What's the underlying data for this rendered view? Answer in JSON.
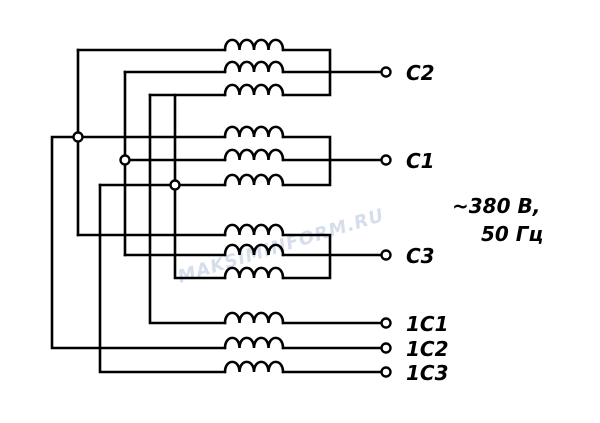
{
  "terminals": {
    "c2": "C2",
    "c1": "C1",
    "c3": "C3",
    "1c1": "1C1",
    "1c2": "1C2",
    "1c3": "1C3"
  },
  "supply": {
    "voltage": "~380 В,",
    "frequency": "50 Гц"
  },
  "watermark": "MAKSIMINFORM.RU"
}
